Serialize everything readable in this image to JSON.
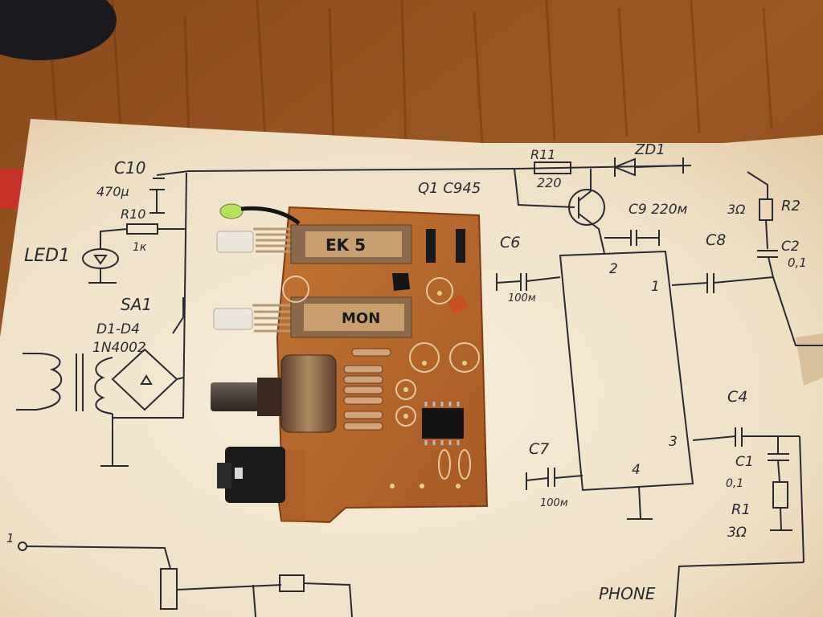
{
  "schematic": {
    "c10": "C10",
    "c10_value": "470µ",
    "r10": "R10",
    "r10_value": "1к",
    "led1": "LED1",
    "sa1": "SA1",
    "diodes": "D1-D4",
    "diode_part": "1N4002",
    "r11": "R11",
    "r11_value": "220",
    "zd1": "ZD1",
    "q1": "Q1 C945",
    "c9": "C9 220м",
    "r2_value": "3Ω",
    "r2": "R2",
    "c6": "C6",
    "c6_value": "100м",
    "pin2": "2",
    "c8": "C8",
    "pin1": "1",
    "c2": "C2",
    "c2_value": "0,1",
    "c4": "C4",
    "pin3": "3",
    "c1": "C1",
    "c1_value": "0,1",
    "r1": "R1",
    "r1_value": "3Ω",
    "c7": "C7",
    "c7_value": "100м",
    "pin4": "4",
    "phone": "PHONE",
    "input_label": "1"
  },
  "pcb": {
    "switch1_label": "EK 5",
    "switch2_label": "MON"
  },
  "colors": {
    "table": "#7a3d12",
    "paper": "#f2e6d0",
    "ink": "#2a2a33",
    "pcb": "#b3672c"
  }
}
